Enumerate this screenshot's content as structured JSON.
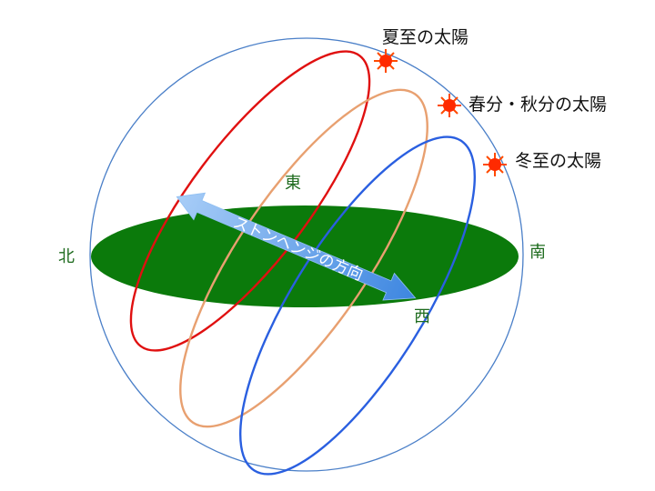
{
  "directions": {
    "north": "北",
    "east": "東",
    "south": "南",
    "west": "西"
  },
  "suns": {
    "summer": "夏至の太陽",
    "equinox": "春分・秋分の太陽",
    "winter": "冬至の太陽"
  },
  "arrow_label": "ストンヘンジの方向",
  "colors": {
    "sphere": "#4a7fc8",
    "horizon": "#0b7a0b",
    "summer_path": "#e01010",
    "equinox_path": "#e8a070",
    "winter_path": "#2a5fe0",
    "arrow": "#6fa8f0",
    "sun": "#ff2a00"
  }
}
